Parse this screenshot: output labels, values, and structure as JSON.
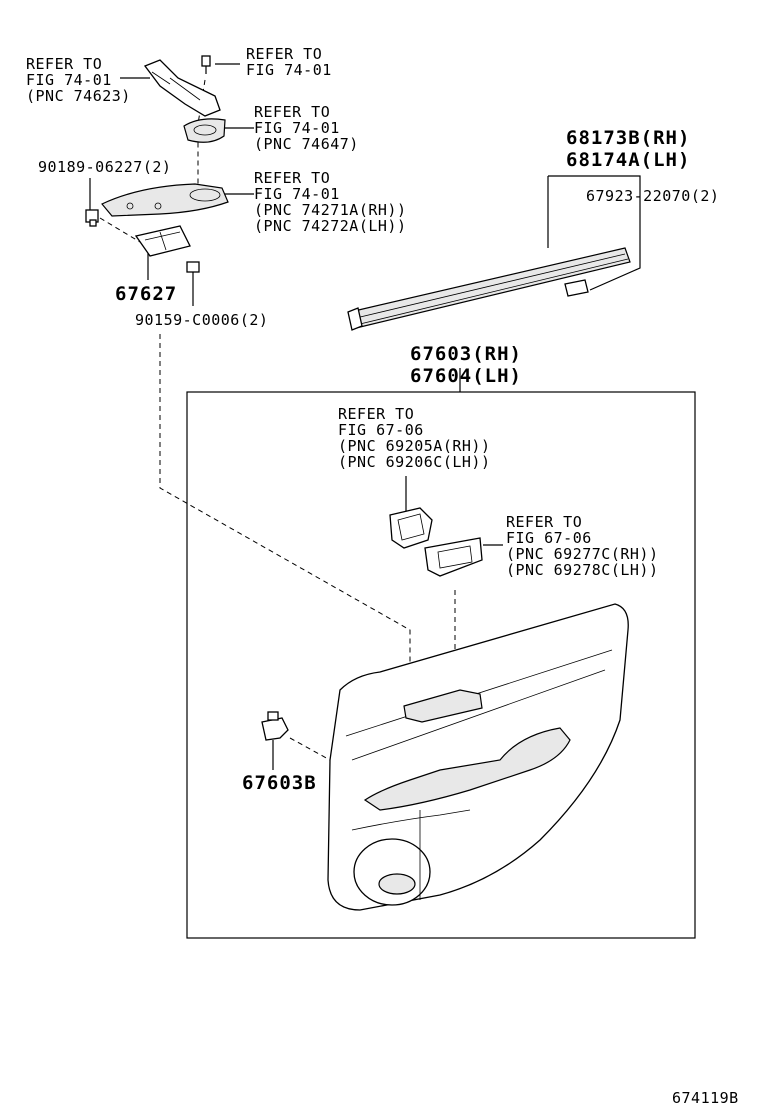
{
  "labels": {
    "ref_74623": "REFER TO\nFIG 74-01\n(PNC 74623)",
    "ref_fig7401_top": "REFER TO\nFIG 74-01",
    "ref_74647": "REFER TO\nFIG 74-01\n(PNC 74647)",
    "ref_74271": "REFER TO\nFIG 74-01\n(PNC 74271A(RH))\n(PNC 74272A(LH))",
    "pn_90189": "90189-06227(2)",
    "pn_67627": "67627",
    "pn_90159": "90159-C0006(2)",
    "pn_68173": "68173B(RH)\n68174A(LH)",
    "pn_67923": "67923-22070(2)",
    "pn_67603": "67603(RH)\n67604(LH)",
    "ref_69205": "REFER TO\nFIG 67-06\n(PNC 69205A(RH))\n(PNC 69206C(LH))",
    "ref_69277": "REFER TO\nFIG 67-06\n(PNC 69277C(RH))\n(PNC 69278C(LH))",
    "pn_67603b": "67603B",
    "figure_id": "674119B"
  }
}
